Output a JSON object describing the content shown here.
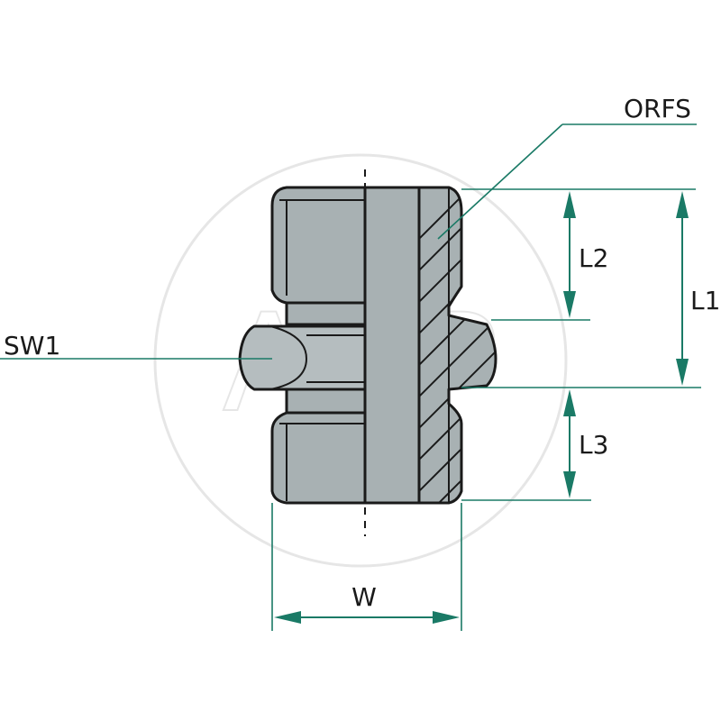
{
  "watermark": "AGP",
  "labels": {
    "orfs": "ORFS",
    "sw1": "SW1",
    "l1": "L1",
    "l2": "L2",
    "l3": "L3",
    "w": "W"
  },
  "colors": {
    "dimension": "#1a7a66",
    "body": "#a8b1b3",
    "outline": "#1a1a1a",
    "watermark": "#e6e6e6"
  }
}
